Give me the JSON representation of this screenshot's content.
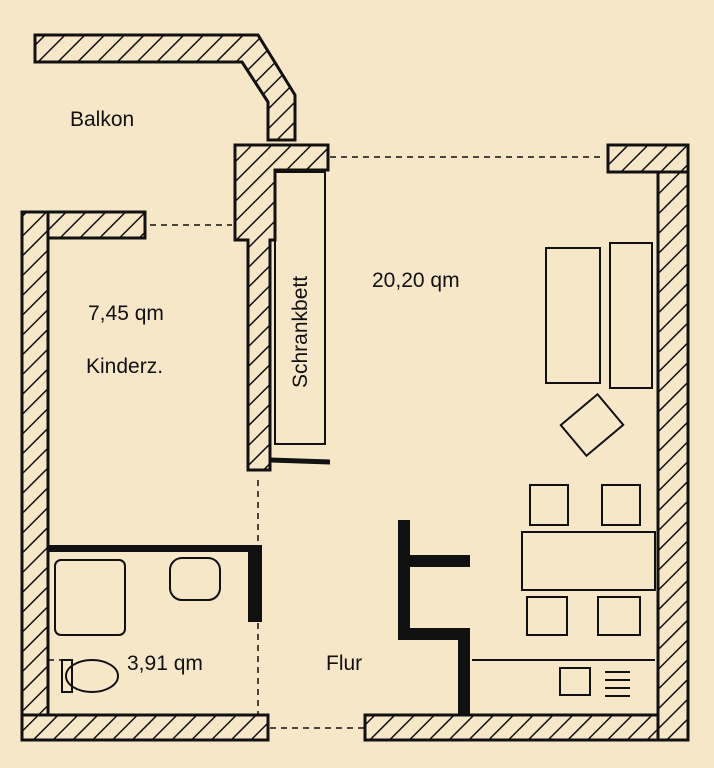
{
  "title": "Floor plan",
  "colors": {
    "background": "#f6e7c9",
    "ink": "#111111"
  },
  "rooms": {
    "balcony": {
      "label": "Balkon"
    },
    "kids_room": {
      "area": "7,45 qm",
      "label": "Kinderz."
    },
    "wardrobe_bed": {
      "label": "Schrankbett"
    },
    "living_room": {
      "area": "20,20 qm"
    },
    "bathroom": {
      "area": "3,91 qm"
    },
    "hallway": {
      "label": "Flur"
    }
  }
}
